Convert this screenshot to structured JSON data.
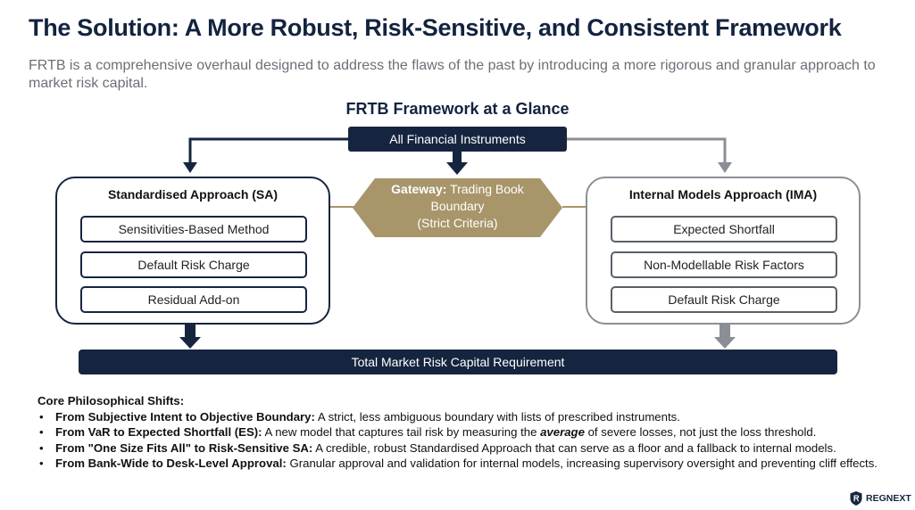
{
  "title": "The Solution: A More Robust, Risk-Sensitive, and Consistent Framework",
  "subtitle": "FRTB is a comprehensive overhaul designed to address the flaws of the past by introducing a more rigorous and granular approach to market risk capital.",
  "diagram": {
    "title": "FRTB Framework at a Glance",
    "top_box": "All Financial Instruments",
    "gateway": {
      "label": "Gateway:",
      "line1": "Trading Book",
      "line2": "Boundary",
      "line3": "(Strict Criteria)"
    },
    "sa": {
      "title": "Standardised Approach (SA)",
      "items": [
        "Sensitivities-Based Method",
        "Default Risk Charge",
        "Residual Add-on"
      ]
    },
    "ima": {
      "title": "Internal Models Approach (IMA)",
      "items": [
        "Expected Shortfall",
        "Non-Modellable Risk Factors",
        "Default Risk Charge"
      ]
    },
    "bottom_box": "Total Market Risk Capital Requirement",
    "colors": {
      "navy": "#16253f",
      "gold": "#a8956a",
      "grey": "#8a8f96"
    }
  },
  "shifts": {
    "title": "Core Philosophical Shifts:",
    "bullet": "•",
    "items": [
      {
        "lead": "From Subjective Intent to Objective Boundary:",
        "text": " A strict, less ambiguous boundary with lists of prescribed instruments."
      },
      {
        "lead": "From VaR to Expected Shortfall (ES):",
        "text_before": " A new model that captures tail risk by measuring the ",
        "emphasis": "average",
        "text_after": " of severe losses, not just the loss threshold."
      },
      {
        "lead": "From \"One Size Fits All\" to Risk-Sensitive SA:",
        "text": " A credible, robust Standardised Approach that can serve as a floor and a fallback to internal models."
      },
      {
        "lead": "From Bank-Wide to Desk-Level Approval:",
        "text": " Granular approval and validation for internal models, increasing supervisory oversight and preventing cliff effects."
      }
    ]
  },
  "brand": {
    "name": "REGNEXT",
    "icon": "shield-icon"
  }
}
